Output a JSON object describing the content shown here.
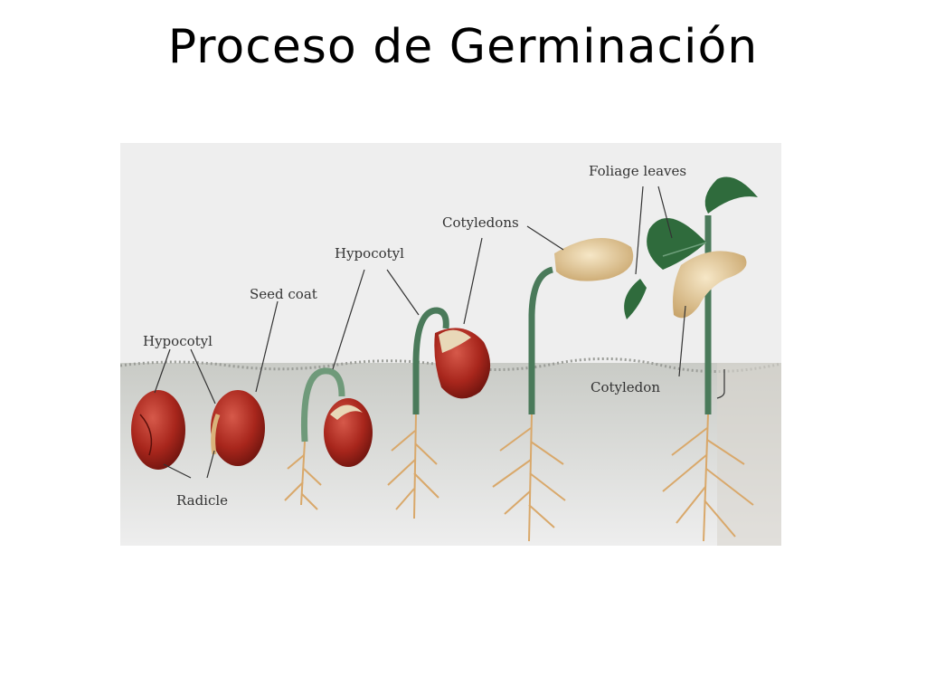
{
  "slide": {
    "title": "Proceso de Germinación"
  },
  "diagram": {
    "labels": {
      "hypocotyl_1": "Hypocotyl",
      "radicle": "Radicle",
      "seed_coat": "Seed coat",
      "hypocotyl_2": "Hypocotyl",
      "cotyledons": "Cotyledons",
      "foliage_leaves": "Foliage leaves",
      "cotyledon": "Cotyledon"
    },
    "colors": {
      "seed": "#a8261c",
      "root": "#d9a86a",
      "stem": "#4a7a5a",
      "leaf": "#2f6b3c",
      "soil": "#cfd0cc",
      "background": "#eeeeee",
      "cotyledon": "#e8cfa0"
    }
  }
}
